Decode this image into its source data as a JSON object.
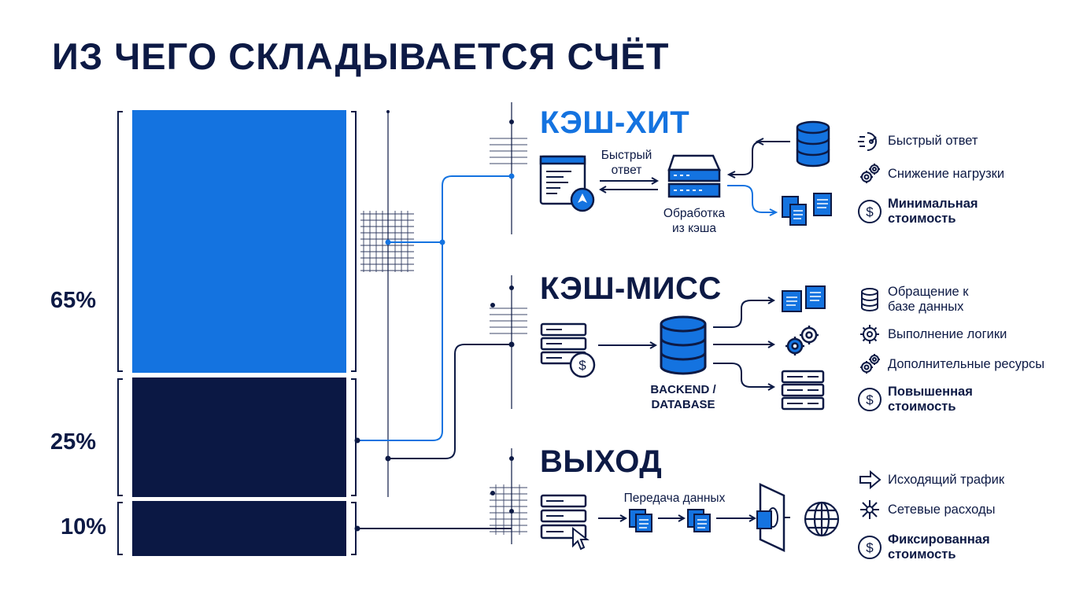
{
  "title": "ИЗ ЧЕГО СКЛАДЫВАЕТСЯ СЧЁТ",
  "chart_data": {
    "type": "bar",
    "categories": [
      "КЭШ-ХИТ",
      "КЭШ-МИСС",
      "ВЫХОД"
    ],
    "values": [
      65,
      25,
      10
    ],
    "value_labels": [
      "65%",
      "25%",
      "10%"
    ],
    "stacked": true,
    "colors": [
      "#1473e0",
      "#0b1844",
      "#0b1844"
    ]
  },
  "sections": {
    "hit": {
      "heading": "КЭШ-ХИТ",
      "color": "#1473e0",
      "fast_label_1": "Быстрый",
      "fast_label_2": "ответ",
      "cache_label_1": "Обработка",
      "cache_label_2": "из кэша",
      "features": [
        {
          "icon": "speed-icon",
          "text": "Быстрый ответ",
          "bold": false
        },
        {
          "icon": "gears-icon",
          "text": "Снижение нагрузки",
          "bold": false
        },
        {
          "icon": "dollar-icon",
          "text_1": "Минимальная",
          "text_2": "стоимость",
          "bold": true
        }
      ]
    },
    "miss": {
      "heading": "КЭШ-МИСС",
      "color": "#0d1a45",
      "db_label_1": "BACKEND /",
      "db_label_2": "DATABASE",
      "features": [
        {
          "icon": "database-icon",
          "text_1": "Обращение к",
          "text_2": "базе данных",
          "bold": false
        },
        {
          "icon": "gear-icon",
          "text": "Выполнение логики",
          "bold": false
        },
        {
          "icon": "gears-icon",
          "text": "Дополнительные ресурсы",
          "bold": false
        },
        {
          "icon": "dollar-icon",
          "text_1": "Повышенная",
          "text_2": "стоимость",
          "bold": true
        }
      ]
    },
    "egress": {
      "heading": "ВЫХОД",
      "color": "#0d1a45",
      "transfer_label": "Передача данных",
      "features": [
        {
          "icon": "arrow-right-icon",
          "text": "Исходящий трафик",
          "bold": false
        },
        {
          "icon": "network-icon",
          "text": "Сетевые расходы",
          "bold": false
        },
        {
          "icon": "dollar-icon",
          "text_1": "Фиксированная",
          "text_2": "стоимость",
          "bold": true
        }
      ]
    }
  }
}
